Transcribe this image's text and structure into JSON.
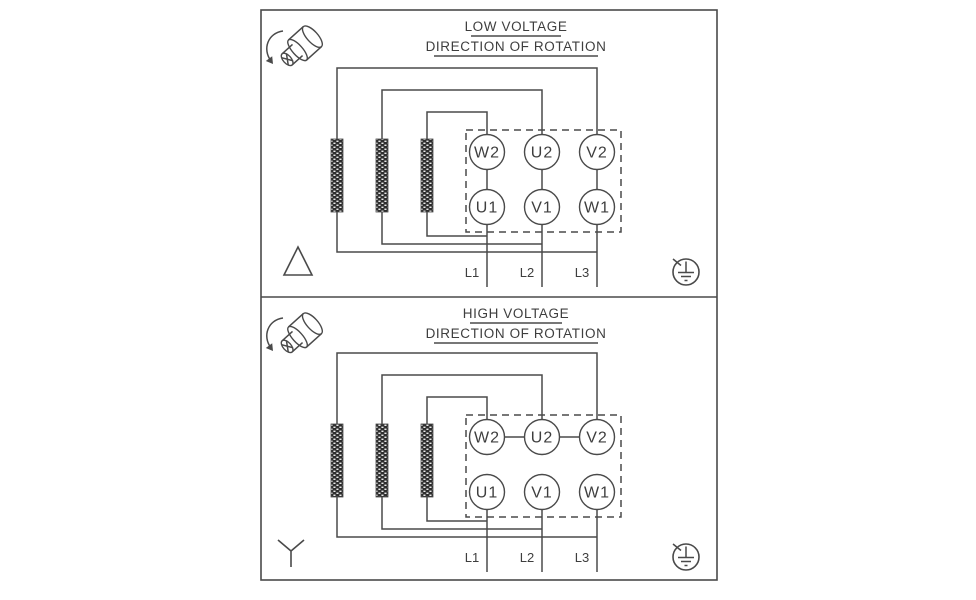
{
  "colors": {
    "line": "#4a4a4a",
    "text": "#3e3e3e"
  },
  "panels": [
    {
      "name": "low-voltage",
      "title": "LOW VOLTAGE",
      "subtitle": "DIRECTION OF ROTATION",
      "connection": "delta",
      "terminals_top": [
        "W2",
        "U2",
        "V2"
      ],
      "terminals_bottom": [
        "U1",
        "V1",
        "W1"
      ],
      "leads": [
        "L1",
        "L2",
        "L3"
      ]
    },
    {
      "name": "high-voltage",
      "title": "HIGH VOLTAGE",
      "subtitle": "DIRECTION OF ROTATION",
      "connection": "star",
      "terminals_top": [
        "W2",
        "U2",
        "V2"
      ],
      "terminals_bottom": [
        "U1",
        "V1",
        "W1"
      ],
      "leads": [
        "L1",
        "L2",
        "L3"
      ]
    }
  ]
}
